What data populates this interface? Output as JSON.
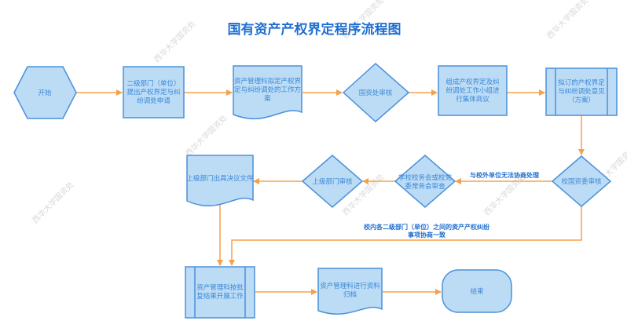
{
  "title": "国有资产产权界定程序流程图",
  "watermark": "西华大学国资处",
  "colors": {
    "node_fill": "#bcdcf6",
    "node_stroke": "#4a90d9",
    "node_text": "#3a87d6",
    "edge": "#f5a04a",
    "title": "#1f6fd1"
  },
  "nodes": {
    "start": {
      "type": "hexagon",
      "lines": [
        "开始"
      ]
    },
    "apply": {
      "type": "process",
      "lines": [
        "二级部门（单位）",
        "提出产权界定与纠",
        "纷调处申请"
      ]
    },
    "plan": {
      "type": "document",
      "lines": [
        "资产管理科拟定产权界",
        "定与纠纷调处的工作方",
        "案"
      ]
    },
    "state_review": {
      "type": "decision",
      "lines": [
        "国资处审核"
      ]
    },
    "group_discuss": {
      "type": "process",
      "lines": [
        "组成产权界定及纠",
        "纷调处工作小组进",
        "行集体商议"
      ]
    },
    "draft_opinion": {
      "type": "predefined-process",
      "lines": [
        "拟订的产权界定",
        "与纠纷调处意见",
        "（方案）"
      ]
    },
    "school_committee": {
      "type": "decision",
      "lines": [
        "校国资委审核"
      ]
    },
    "school_council": {
      "type": "decision",
      "lines": [
        "学校校务会或校党",
        "委常务会审查"
      ]
    },
    "superior_review": {
      "type": "decision",
      "lines": [
        "上级部门审核"
      ]
    },
    "superior_doc": {
      "type": "document",
      "lines": [
        "上级部门出具决议文件"
      ]
    },
    "execute": {
      "type": "predefined-process",
      "lines": [
        "资产管理科按批",
        "复结果开展工作"
      ]
    },
    "archive": {
      "type": "document",
      "lines": [
        "资产管理科进行资料",
        "归档"
      ]
    },
    "end": {
      "type": "terminator",
      "lines": [
        "结束"
      ]
    }
  },
  "edges": {
    "external": {
      "lines": [
        "与校外单位无法协商处理"
      ]
    },
    "internal": {
      "lines": [
        "校内各二级部门（单位）之间的资产产权纠纷",
        "事项协商一致"
      ]
    }
  }
}
